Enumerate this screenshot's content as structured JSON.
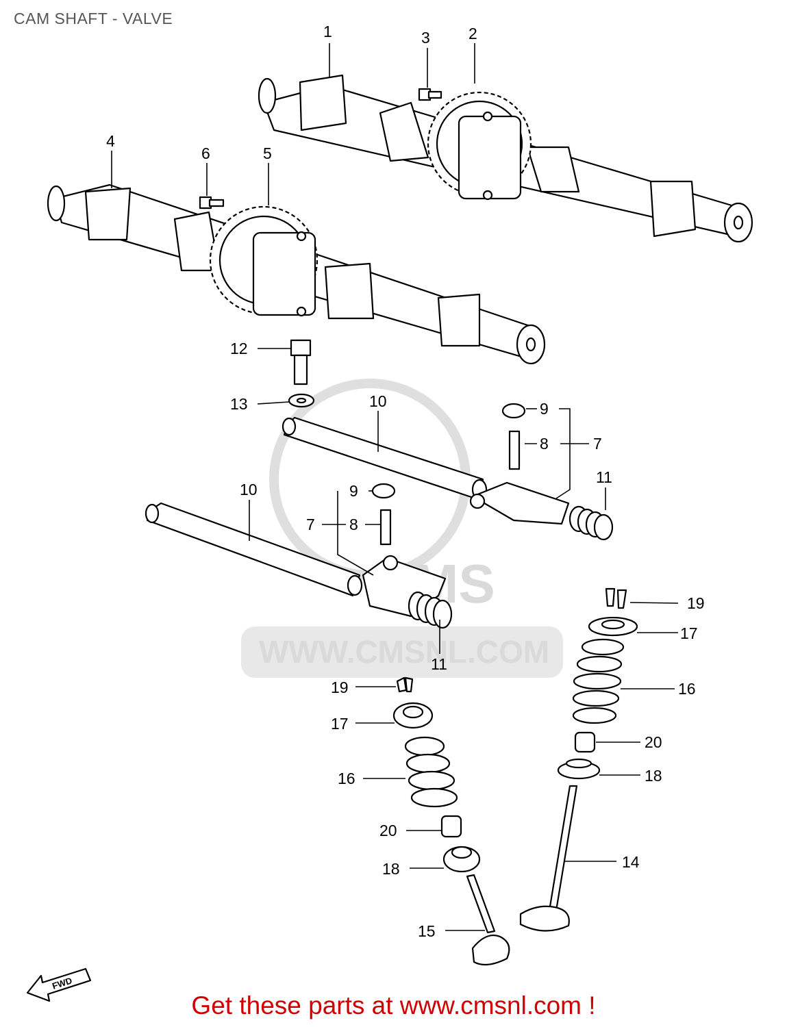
{
  "title": "CAM SHAFT - VALVE",
  "footer": "Get these parts at www.cmsnl.com !",
  "watermark": {
    "text": "WWW.CMSNL.COM",
    "logo": "CMS"
  },
  "fwd_label": "FWD",
  "callouts": [
    {
      "id": "1"
    },
    {
      "id": "2"
    },
    {
      "id": "3"
    },
    {
      "id": "4"
    },
    {
      "id": "5"
    },
    {
      "id": "6"
    },
    {
      "id": "12"
    },
    {
      "id": "13"
    },
    {
      "id": "10"
    },
    {
      "id": "9"
    },
    {
      "id": "8"
    },
    {
      "id": "7"
    },
    {
      "id": "11"
    },
    {
      "id": "10"
    },
    {
      "id": "9"
    },
    {
      "id": "7"
    },
    {
      "id": "8"
    },
    {
      "id": "11"
    },
    {
      "id": "19"
    },
    {
      "id": "17"
    },
    {
      "id": "16"
    },
    {
      "id": "20"
    },
    {
      "id": "18"
    },
    {
      "id": "14"
    },
    {
      "id": "19"
    },
    {
      "id": "17"
    },
    {
      "id": "16"
    },
    {
      "id": "20"
    },
    {
      "id": "18"
    },
    {
      "id": "15"
    }
  ]
}
